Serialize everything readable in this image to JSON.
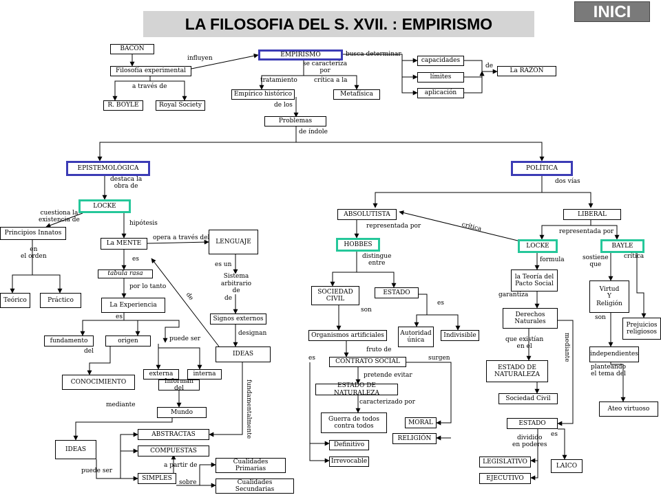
{
  "header": {
    "title": "LA FILOSOFIA DEL S. XVII. : EMPIRISMO",
    "nav_button": "INICI"
  },
  "nodes": {
    "bacon": "BACON",
    "filosofia_exp": "Filosofía experimental",
    "r_boyle": "R. BOYLE",
    "royal_society": "Royal Society",
    "empirismo": "EMPIRISMO",
    "empirico_historico": "Empírico histórico",
    "metafisica": "Metafísica",
    "capacidades": "capacidades",
    "limites": "límites",
    "aplicacion": "aplicación",
    "la_razon": "La RAZÓN",
    "problemas": "Problemas",
    "epistemologica": "EPISTEMOLÓGICA",
    "politica": "POLÍTICA",
    "locke_epi": "LOCKE",
    "principios_innatos": "Principios Innatos",
    "teorico": "Teórico",
    "practico": "Práctico",
    "la_mente": "La MENTE",
    "lenguaje": "LENGUAJE",
    "sistema_arbitrario": "Sistema\narbitrario de",
    "signos_externos": "Signos externos",
    "ideas_lang": "IDEAS",
    "tabula_rasa": "tabula rasa",
    "la_experiencia": "La Experiencia",
    "fundamento": "fundamento",
    "origen": "origen",
    "conocimiento": "CONOCIMIENTO",
    "externa": "externa",
    "interna": "interna",
    "informan_del": "Informan del",
    "mundo": "Mundo",
    "ideas_know": "IDEAS",
    "abstractas": "ABSTRACTAS",
    "compuestas": "COMPUESTAS",
    "simples": "SIMPLES",
    "cualidades_primarias": "Cualidades Primarias",
    "cualidades_secundarias": "Cualidades Secundarias",
    "absolutista": "ABSOLUTISTA",
    "liberal": "LIBERAL",
    "hobbes": "HOBBES",
    "locke_pol": "LOCKE",
    "bayle": "BAYLE",
    "sociedad_civil_h": "SOCIEDAD\nCIVIL",
    "estado_h": "ESTADO",
    "organismos_artificiales": "Organismos artificiales",
    "autoridad_unica": "Autoridad\núnica",
    "indivisible": "Indivisible",
    "contrato_social": "CONTRATO SOCIAL",
    "estado_naturaleza_h": "ESTADO DE NATURALEZA",
    "guerra": "Guerra de todos\ncontra todos",
    "moral": "MORAL",
    "religion": "RELIGIÓN",
    "definitivo": "Definitivo",
    "irrevocable": "Irrevocable",
    "teoria_pacto": "la Teoría del\nPacto Social",
    "derechos_naturales": "Derechos\nNaturales",
    "estado_naturaleza_l": "ESTADO DE\nNATURALEZA",
    "sociedad_civil_l": "Sociedad Civil",
    "estado_l": "ESTADO",
    "legislativo": "LEGISLATIVO",
    "ejecutivo": "EJECUTIVO",
    "laico": "LAICO",
    "virtud": "Virtud\nY\nReligión",
    "prejuicios": "Prejuicios\nreligiosos",
    "independientes": "independientes",
    "ateo_virtuoso": "Ateo virtuoso"
  },
  "labels": {
    "influyen": "influyen",
    "a_traves_de": "a través de",
    "busca_determinar": "busca determinar",
    "se_caracteriza_por": "se caracteriza\npor",
    "tratamiento": "tratamiento",
    "critica_a_la": "crítica a la",
    "de_razon": "de",
    "de_los": "de los",
    "de_indole": "de índole",
    "destaca_la_obra_de": "destaca la\nobra de",
    "dos_vias": "dos vías",
    "cuestiona_la_existencia_de": "cuestiona la\nexistencia de",
    "en_el_orden": "en\nel orden",
    "hipotesis": "hipótesis",
    "opera_a_traves_del": "opera a través del",
    "es_mente": "es",
    "por_lo_tanto": "por lo tanto",
    "es_experiencia": "es",
    "del": "del",
    "puede_ser_exp": "puede ser",
    "de_diag": "de",
    "es_un": "es un",
    "de_sistema": "de",
    "designan": "designan",
    "fundamentalmente": "fundamentalmente",
    "mediante_ideas": "mediante",
    "puede_ser_ideas": "puede ser",
    "a_partir_de": "a partir de",
    "sobre": "sobre",
    "representada_por_abs": "representada por",
    "representada_por_lib": "representada por",
    "critica_diag": "crítica",
    "distingue_entre": "distingue\nentre",
    "son_soc": "son",
    "es_estado": "es",
    "fruto_de": "fruto de",
    "es_contrato": "es",
    "surgen": "surgen",
    "pretende_evitar": "pretende evitar",
    "caracterizado_por": "caracterizado por",
    "formula": "formula",
    "garantiza": "garantiza",
    "que_existian_en_el": "que existían\nen el",
    "mediante_lib": "mediante",
    "es_laico": "es",
    "dividido_en_poderes": "dividido\nen poderes",
    "sostiene_que": "sostiene\nque",
    "critica_bayle": "crítica",
    "son_bayle": "son",
    "planteando_el_tema_del": "planteando\nel tema del"
  }
}
